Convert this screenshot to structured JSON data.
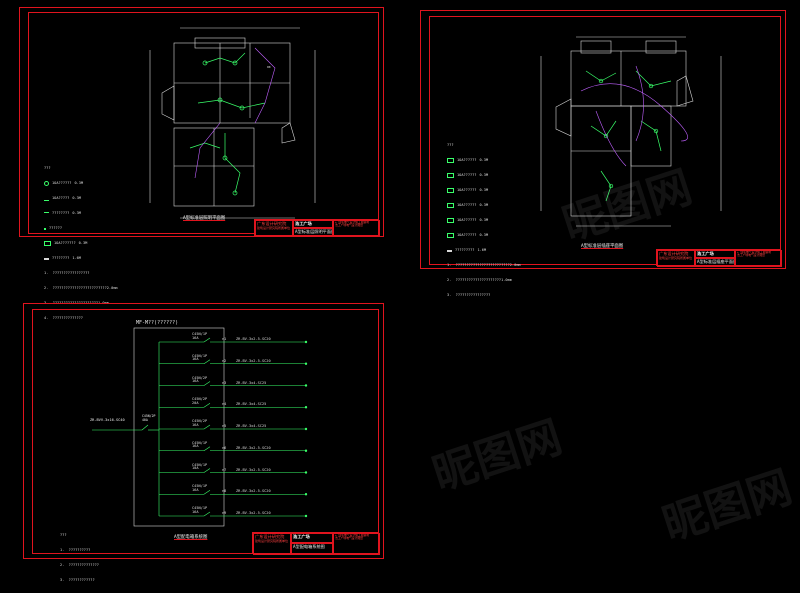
{
  "sheets": {
    "lighting": {
      "drawing_title": "A型标准层照明平面图",
      "notes_header": "???",
      "notes": [
        "1.  ?????????????????",
        "2.  ?????????????????????????2.0mm",
        "3.  ?????????????????????1.0mm",
        "4.  ??????????????"
      ],
      "legend": [
        {
          "desc": "1OA??????",
          "value": "0.3M"
        },
        {
          "desc": "1OA?????",
          "value": "0.3M"
        },
        {
          "desc": "????????",
          "value": "0.3M"
        },
        {
          "desc": "??????",
          "value": ""
        },
        {
          "desc": "1OA???????",
          "value": "0.3M"
        },
        {
          "desc": "????????",
          "value": "1.6M"
        }
      ]
    },
    "socket": {
      "drawing_title": "A型标准层插座平面图",
      "notes_header": "???",
      "legend": [
        {
          "desc": "1OA??????",
          "value": "0.3M"
        },
        {
          "desc": "1OA??????",
          "value": "0.3M"
        },
        {
          "desc": "1OA??????",
          "value": "0.3M"
        },
        {
          "desc": "1OA??????",
          "value": "0.3M"
        },
        {
          "desc": "1OA??????",
          "value": "0.3M"
        },
        {
          "desc": "1OA??????",
          "value": "0.3M"
        },
        {
          "desc": "?????????",
          "value": "1.6M"
        }
      ],
      "notes": [
        "1.  ?????????????????????????2.0mm",
        "2.  ?????????????????????1.0mm",
        "3.  ????????????????"
      ]
    },
    "distribution": {
      "drawing_title": "A型配电箱系统图",
      "box_label": "MF-M??(??????)",
      "incoming": "ZR-BVV-3x16-SC40",
      "main_breaker": "C45N/2P 40A",
      "circuits": [
        {
          "breaker": "C45N/1P 16A",
          "cable": "ZR-BV-3x2.5-SC20",
          "id": "n1"
        },
        {
          "breaker": "C45N/1P 16A",
          "cable": "ZR-BV-3x2.5-SC20",
          "id": "n2"
        },
        {
          "breaker": "C45N/2P 16A",
          "cable": "ZR-BV-3x4-SC25",
          "id": "n3"
        },
        {
          "breaker": "C45N/2P 20A",
          "cable": "ZR-BV-3x4-SC25",
          "id": "n4"
        },
        {
          "breaker": "C45N/2P 16A",
          "cable": "ZR-BV-3x4-SC25",
          "id": "n5"
        },
        {
          "breaker": "C45N/1P 16A",
          "cable": "ZR-BV-3x2.5-SC20",
          "id": "n6"
        },
        {
          "breaker": "C45N/1P 10A",
          "cable": "ZR-BV-3x2.5-SC20",
          "id": "n7"
        },
        {
          "breaker": "C45N/1P 16A",
          "cable": "ZR-BV-3x2.5-SC20",
          "id": "n8"
        },
        {
          "breaker": "C45N/1P 16A",
          "cable": "ZR-BV-3x2.5-SC20",
          "id": "n9"
        }
      ],
      "notes_header": "???",
      "notes": [
        "1.  ??????????",
        "2.  ??????????????",
        "3.  ????????????"
      ]
    }
  },
  "title_block": {
    "org": "广东设计研究院",
    "org_sub": "建筑设计研究院所属单位",
    "firm": "浩工广场",
    "stamp_note": "★ 住宅电气设计施工图说明\n浩工广场电气设计图纸"
  },
  "watermark": "昵图网",
  "colors": {
    "frame": "#e0141e",
    "wall": "#d8d8d8",
    "wire": "#39ff6a",
    "circuit": "#c060ff",
    "text": "#d8d8d8"
  }
}
